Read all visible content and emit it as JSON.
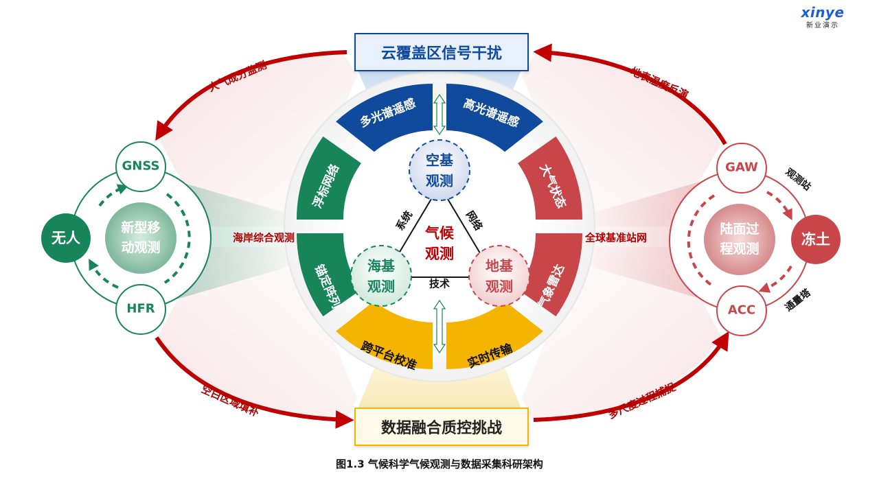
{
  "logo": {
    "brand": "xinye",
    "subtitle": "新业演示"
  },
  "colors": {
    "blue": "#0f4a9c",
    "green": "#17845a",
    "red": "#c8454a",
    "yellow": "#f5b400",
    "arrow": "#c00000"
  },
  "top_box": {
    "text": "云覆盖区信号干扰"
  },
  "bottom_box": {
    "text": "数据融合质控挑战"
  },
  "caption": "图1.3 气候科学气候观测与数据采集科研架构",
  "arrows": {
    "top_left": "大气成分监测",
    "top_right": "地表温度反演",
    "bottom_left": "空白区域填补",
    "bottom_right": "多尺度过程捕捉"
  },
  "ring": {
    "blue_left": "多光谱遥感",
    "blue_right": "高光谱遥感",
    "green_top": "浮标网络",
    "green_bottom": "锚定阵列",
    "red_top": "大气状态",
    "red_bottom": "气象雷达",
    "yellow_left": "跨平台校准",
    "yellow_right": "实时传输"
  },
  "center": {
    "title_line1": "气候",
    "title_line2": "观测",
    "space_line1": "空基",
    "space_line2": "观测",
    "sea_line1": "海基",
    "sea_line2": "观测",
    "ground_line1": "地基",
    "ground_line2": "观测",
    "edge_left": "系统",
    "edge_right": "网络",
    "edge_bottom": "技术"
  },
  "left_cluster": {
    "top_node": "GNSS",
    "bottom_node": "HFR",
    "side_node": "无人",
    "center_line1": "新型移",
    "center_line2": "动观测",
    "beam_label": "海岸综合观测"
  },
  "right_cluster": {
    "top_node": "GAW",
    "bottom_node": "ACC",
    "side_node": "冻土",
    "center_line1": "陆面过",
    "center_line2": "程观测",
    "beam_label": "全球基准站网",
    "top_arc_label": "观测站",
    "bottom_arc_label": "通量塔"
  }
}
